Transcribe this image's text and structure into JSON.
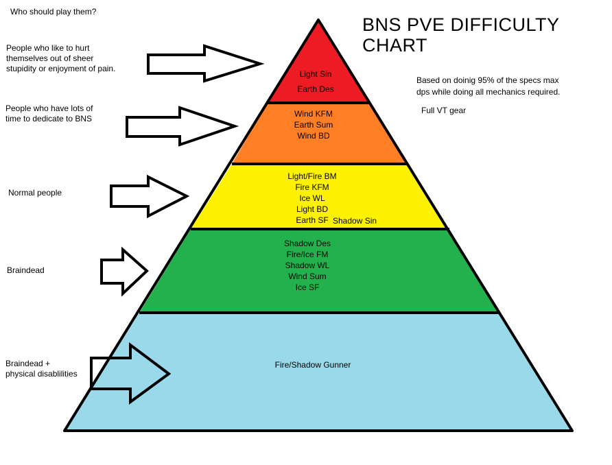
{
  "header_question": "Who should play them?",
  "title_line1": "BNS PVE DIFFICULTY",
  "title_line2": "CHART",
  "note_line1": "Based on doinig 95% of the specs max",
  "note_line2": "dps while doing all mechanics required.",
  "gear_note": "Full VT gear",
  "audiences": [
    {
      "lines": [
        "People who like to hurt",
        "themselves out of sheer",
        "stupidity or enjoyment of pain."
      ]
    },
    {
      "lines": [
        "People who have lots of",
        "time to dedicate to BNS"
      ]
    },
    {
      "lines": [
        "Normal people"
      ]
    },
    {
      "lines": [
        "Braindead"
      ]
    },
    {
      "lines": [
        "Braindead +",
        "physical disablilities"
      ]
    }
  ],
  "tiers": [
    {
      "color": "#ED1C24",
      "specs": [
        "Light Sin",
        "Earth Des"
      ]
    },
    {
      "color": "#FF7F27",
      "specs": [
        "Wind KFM",
        "Earth Sum",
        "Wind BD"
      ]
    },
    {
      "color": "#FFF200",
      "specs": [
        "Light/Fire BM",
        "Fire KFM",
        "Ice WL",
        "Light BD",
        "Earth SF"
      ],
      "extra_spec": "Shadow Sin"
    },
    {
      "color": "#22B14C",
      "specs": [
        "Shadow Des",
        "Fire/Ice FM",
        "Shadow WL",
        "Wind Sum",
        "Ice SF"
      ]
    },
    {
      "color": "#99D9EA",
      "specs": [
        "Fire/Shadow Gunner"
      ]
    }
  ]
}
